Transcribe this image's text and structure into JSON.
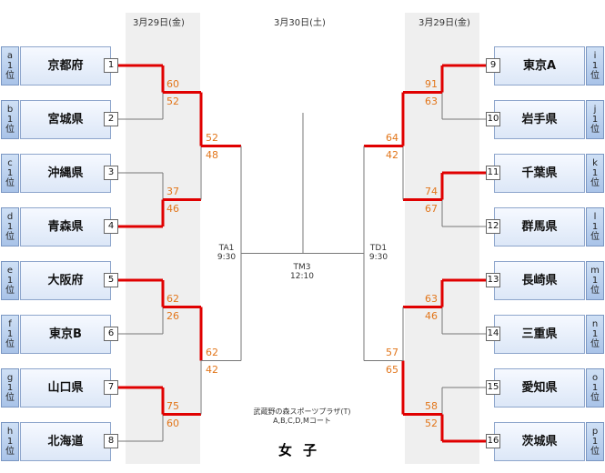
{
  "headers": {
    "left_date": "3月29日(金)",
    "center_date": "3月30日(土)",
    "right_date": "3月29日(金)"
  },
  "left_teams": [
    {
      "pos": [
        "a",
        "1",
        "位"
      ],
      "name": "京都府",
      "seed": "1"
    },
    {
      "pos": [
        "b",
        "1",
        "位"
      ],
      "name": "宮城県",
      "seed": "2"
    },
    {
      "pos": [
        "c",
        "1",
        "位"
      ],
      "name": "沖縄県",
      "seed": "3"
    },
    {
      "pos": [
        "d",
        "1",
        "位"
      ],
      "name": "青森県",
      "seed": "4"
    },
    {
      "pos": [
        "e",
        "1",
        "位"
      ],
      "name": "大阪府",
      "seed": "5"
    },
    {
      "pos": [
        "f",
        "1",
        "位"
      ],
      "name": "東京B",
      "seed": "6"
    },
    {
      "pos": [
        "g",
        "1",
        "位"
      ],
      "name": "山口県",
      "seed": "7"
    },
    {
      "pos": [
        "h",
        "1",
        "位"
      ],
      "name": "北海道",
      "seed": "8"
    }
  ],
  "right_teams": [
    {
      "pos": [
        "i",
        "1",
        "位"
      ],
      "name": "東京A",
      "seed": "9"
    },
    {
      "pos": [
        "j",
        "1",
        "位"
      ],
      "name": "岩手県",
      "seed": "10"
    },
    {
      "pos": [
        "k",
        "1",
        "位"
      ],
      "name": "千葉県",
      "seed": "11"
    },
    {
      "pos": [
        "l",
        "1",
        "位"
      ],
      "name": "群馬県",
      "seed": "12"
    },
    {
      "pos": [
        "m",
        "1",
        "位"
      ],
      "name": "長崎県",
      "seed": "13"
    },
    {
      "pos": [
        "n",
        "1",
        "位"
      ],
      "name": "三重県",
      "seed": "14"
    },
    {
      "pos": [
        "o",
        "1",
        "位"
      ],
      "name": "愛知県",
      "seed": "15"
    },
    {
      "pos": [
        "p",
        "1",
        "位"
      ],
      "name": "茨城県",
      "seed": "16"
    }
  ],
  "scores": {
    "l1": [
      "60",
      "52",
      "37",
      "46",
      "62",
      "26",
      "75",
      "60"
    ],
    "l2": [
      "52",
      "48",
      "62",
      "42"
    ],
    "r1": [
      "91",
      "63",
      "74",
      "67",
      "63",
      "46",
      "58",
      "52"
    ],
    "r2": [
      "64",
      "42",
      "57",
      "65"
    ]
  },
  "matches": {
    "ta1": "TA1",
    "ta1_time": "9:30",
    "td1": "TD1",
    "td1_time": "9:30",
    "tm3": "TM3",
    "tm3_time": "12:10"
  },
  "venue": {
    "line1": "武蔵野の森スポーツプラザ(T)",
    "line2": "A,B,C,D,Mコート"
  },
  "title": "女子",
  "colors": {
    "winner": "#e00000",
    "loser": "#777777",
    "score": "#e2761b"
  }
}
